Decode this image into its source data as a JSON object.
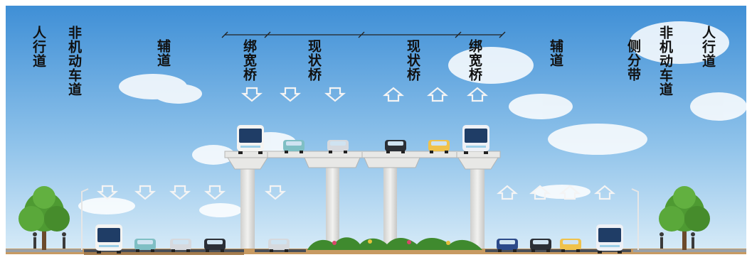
{
  "labels": {
    "left_sidewalk": "人行道",
    "left_bike_lane": "非机动车道",
    "left_aux_road": "辅道",
    "left_widened_bridge": "绑宽桥",
    "left_existing_bridge": "现状桥",
    "right_existing_bridge": "现状桥",
    "right_widened_bridge": "绑宽桥",
    "right_aux_road": "辅道",
    "right_side_divider": "侧分带",
    "right_bike_lane": "非机动车道",
    "right_sidewalk": "人行道"
  },
  "direction_arrows": {
    "left_side": "down",
    "right_side": "up"
  },
  "colors": {
    "sky_top": "#3f8fd6",
    "sky_bottom": "#cfe6f6",
    "bridge": "#e8e8e6",
    "soil": "#c79a62",
    "road": "#4a4f57",
    "green": "#3f8a2e"
  }
}
